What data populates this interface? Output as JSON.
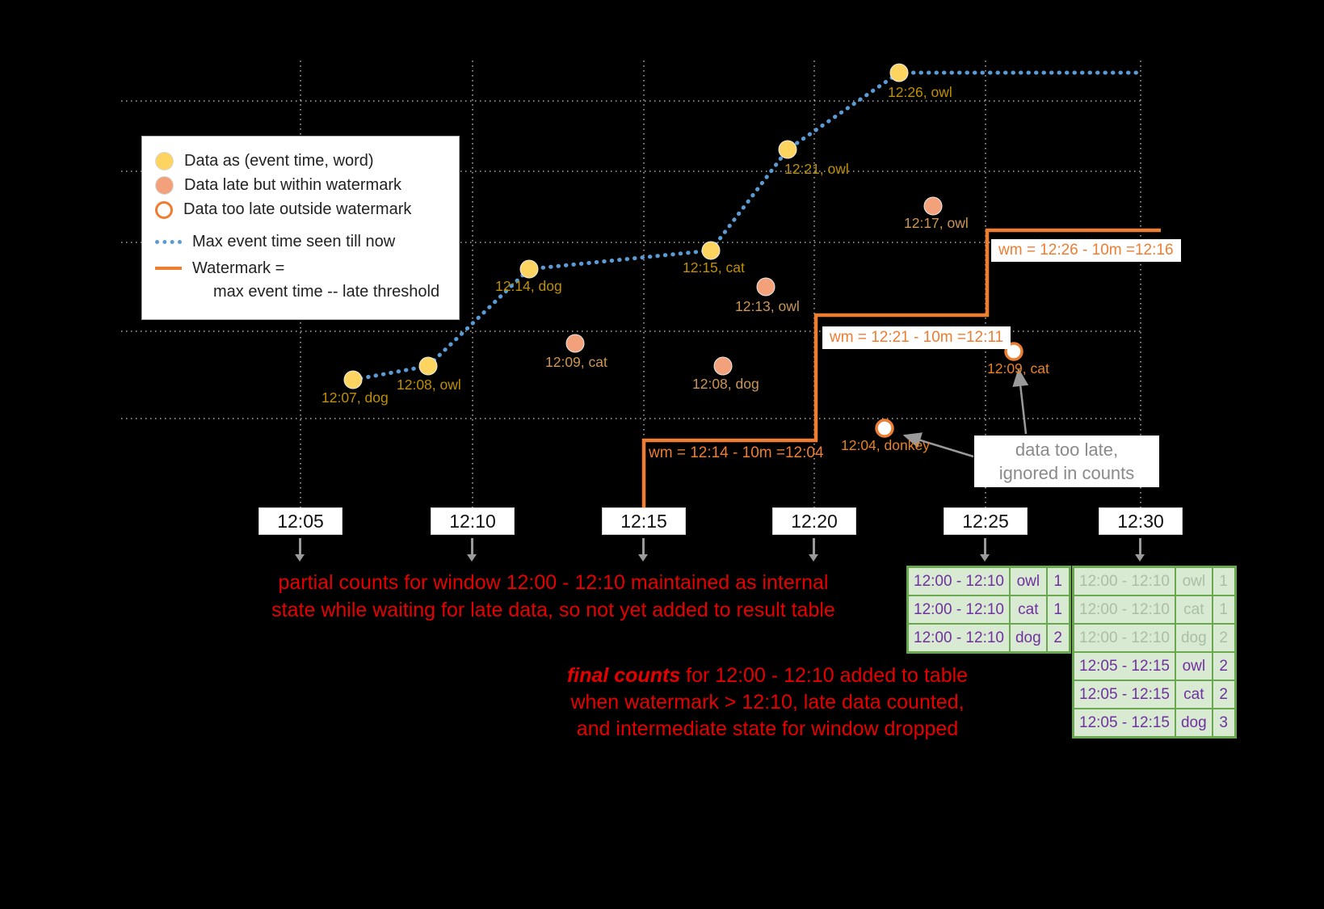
{
  "colors": {
    "background": "#000000",
    "on_time_point": "#fcd45f",
    "late_point": "#f2a17b",
    "too_late_ring": "#ed7d31",
    "max_event_time_line": "#5b9bd5",
    "watermark_line": "#ed7d31",
    "on_time_label": "#bf9000",
    "late_label": "#cc9655",
    "annotation_red": "#e60000",
    "note_gray": "#8a8a8a",
    "table_border": "#6aa84f",
    "table_background": "#d9ead3",
    "table_text": "#7030a0",
    "gridline": "#cfcfcf"
  },
  "legend": {
    "point_items": [
      {
        "icon": "on-time-point",
        "label": "Data as (event time, word)"
      },
      {
        "icon": "late-point",
        "label": "Data late but within watermark"
      },
      {
        "icon": "too-late-point",
        "label": "Data too late outside watermark"
      }
    ],
    "line_items": [
      {
        "icon": "dotted-blue-line",
        "label": "Max event time seen till now"
      },
      {
        "icon": "orange-line",
        "label_line1": "Watermark =",
        "label_line2": "max event time -- late threshold"
      }
    ]
  },
  "points": {
    "on_time": [
      {
        "label": "12:07, dog"
      },
      {
        "label": "12:08, owl"
      },
      {
        "label": "12:14, dog"
      },
      {
        "label": "12:15, cat"
      },
      {
        "label": "12:21, owl"
      },
      {
        "label": "12:26, owl"
      }
    ],
    "late": [
      {
        "label": "12:09, cat"
      },
      {
        "label": "12:08, dog"
      },
      {
        "label": "12:13, owl"
      },
      {
        "label": "12:17, owl"
      }
    ],
    "too_late": [
      {
        "label": "12:04, donkey"
      },
      {
        "label": "12:09, cat"
      }
    ]
  },
  "watermarks": [
    {
      "label": "wm = 12:14 - 10m =12:04"
    },
    {
      "label": "wm = 12:21 - 10m =12:11"
    },
    {
      "label": "wm = 12:26 - 10m =12:16"
    }
  ],
  "time_axis": [
    "12:05",
    "12:10",
    "12:15",
    "12:20",
    "12:25",
    "12:30"
  ],
  "annotations": {
    "partial_line1": "partial counts for window 12:00 - 12:10 maintained as internal",
    "partial_line2": "state while waiting for late data, so not yet added  to result table",
    "final_emph": "final counts",
    "final_rest": " for 12:00 - 12:10 added to table",
    "final_line2": "when watermark > 12:10, late data counted,",
    "final_line3": "and intermediate state for window dropped",
    "note_line1": "data too late,",
    "note_line2": "ignored in counts"
  },
  "result_tables": {
    "t25": {
      "rows": [
        {
          "window": "12:00 - 12:10",
          "word": "owl",
          "count": "1"
        },
        {
          "window": "12:00 - 12:10",
          "word": "cat",
          "count": "1"
        },
        {
          "window": "12:00 - 12:10",
          "word": "dog",
          "count": "2"
        }
      ]
    },
    "t30": {
      "rows": [
        {
          "window": "12:00 - 12:10",
          "word": "owl",
          "count": "1",
          "faded": true
        },
        {
          "window": "12:00 - 12:10",
          "word": "cat",
          "count": "1",
          "faded": true
        },
        {
          "window": "12:00 - 12:10",
          "word": "dog",
          "count": "2",
          "faded": true
        },
        {
          "window": "12:05 - 12:15",
          "word": "owl",
          "count": "2",
          "faded": false
        },
        {
          "window": "12:05 - 12:15",
          "word": "cat",
          "count": "2",
          "faded": false
        },
        {
          "window": "12:05 - 12:15",
          "word": "dog",
          "count": "3",
          "faded": false
        }
      ]
    }
  }
}
